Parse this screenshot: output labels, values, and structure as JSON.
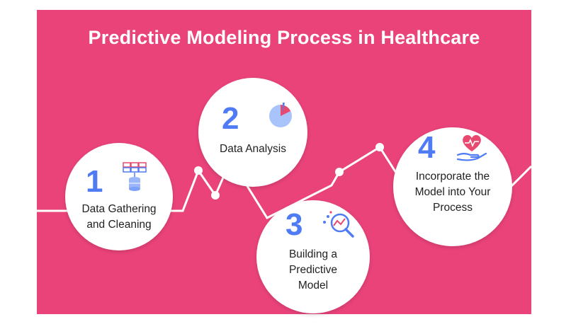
{
  "title": "Predictive Modeling Process in Healthcare",
  "colors": {
    "background": "#ea437a",
    "number": "#4f7bf5",
    "circle": "#ffffff",
    "line": "#ffffff"
  },
  "steps": [
    {
      "number": "1",
      "label_lines": [
        "Data Gathering",
        "and Cleaning"
      ],
      "icon": "database-table-icon"
    },
    {
      "number": "2",
      "label_lines": [
        "Data Analysis"
      ],
      "icon": "pie-chart-icon"
    },
    {
      "number": "3",
      "label_lines": [
        "Building a",
        "Predictive",
        "Model"
      ],
      "icon": "magnifier-analysis-icon"
    },
    {
      "number": "4",
      "label_lines": [
        "Incorporate the",
        "Model into Your",
        "Process"
      ],
      "icon": "heart-in-hand-icon"
    }
  ]
}
